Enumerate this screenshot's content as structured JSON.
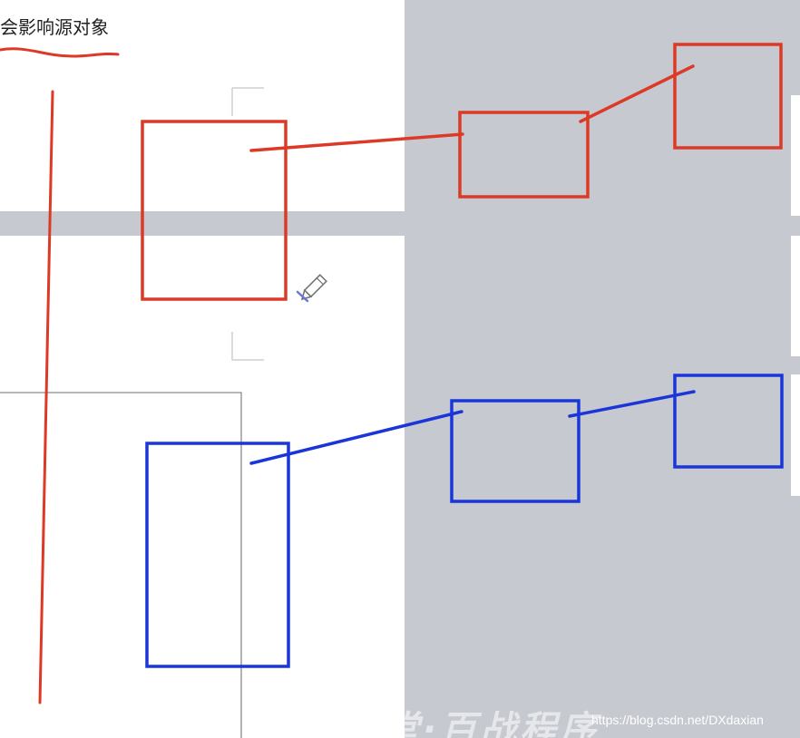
{
  "heading": {
    "text": "会影响源对象"
  },
  "watermark": {
    "text": "尚学堂·百战程序"
  },
  "credit": {
    "text": "https://blog.csdn.net/DXdaxian"
  },
  "colors": {
    "ink_red": "#dc3a26",
    "ink_blue": "#1a35d8",
    "panel_gray": "#c7c9d1",
    "page_white": "#ffffff",
    "frame_gray": "#8a8a8a",
    "pencil_icon": "#6f6f6f"
  },
  "icons": {
    "cursor": "pencil-icon"
  }
}
